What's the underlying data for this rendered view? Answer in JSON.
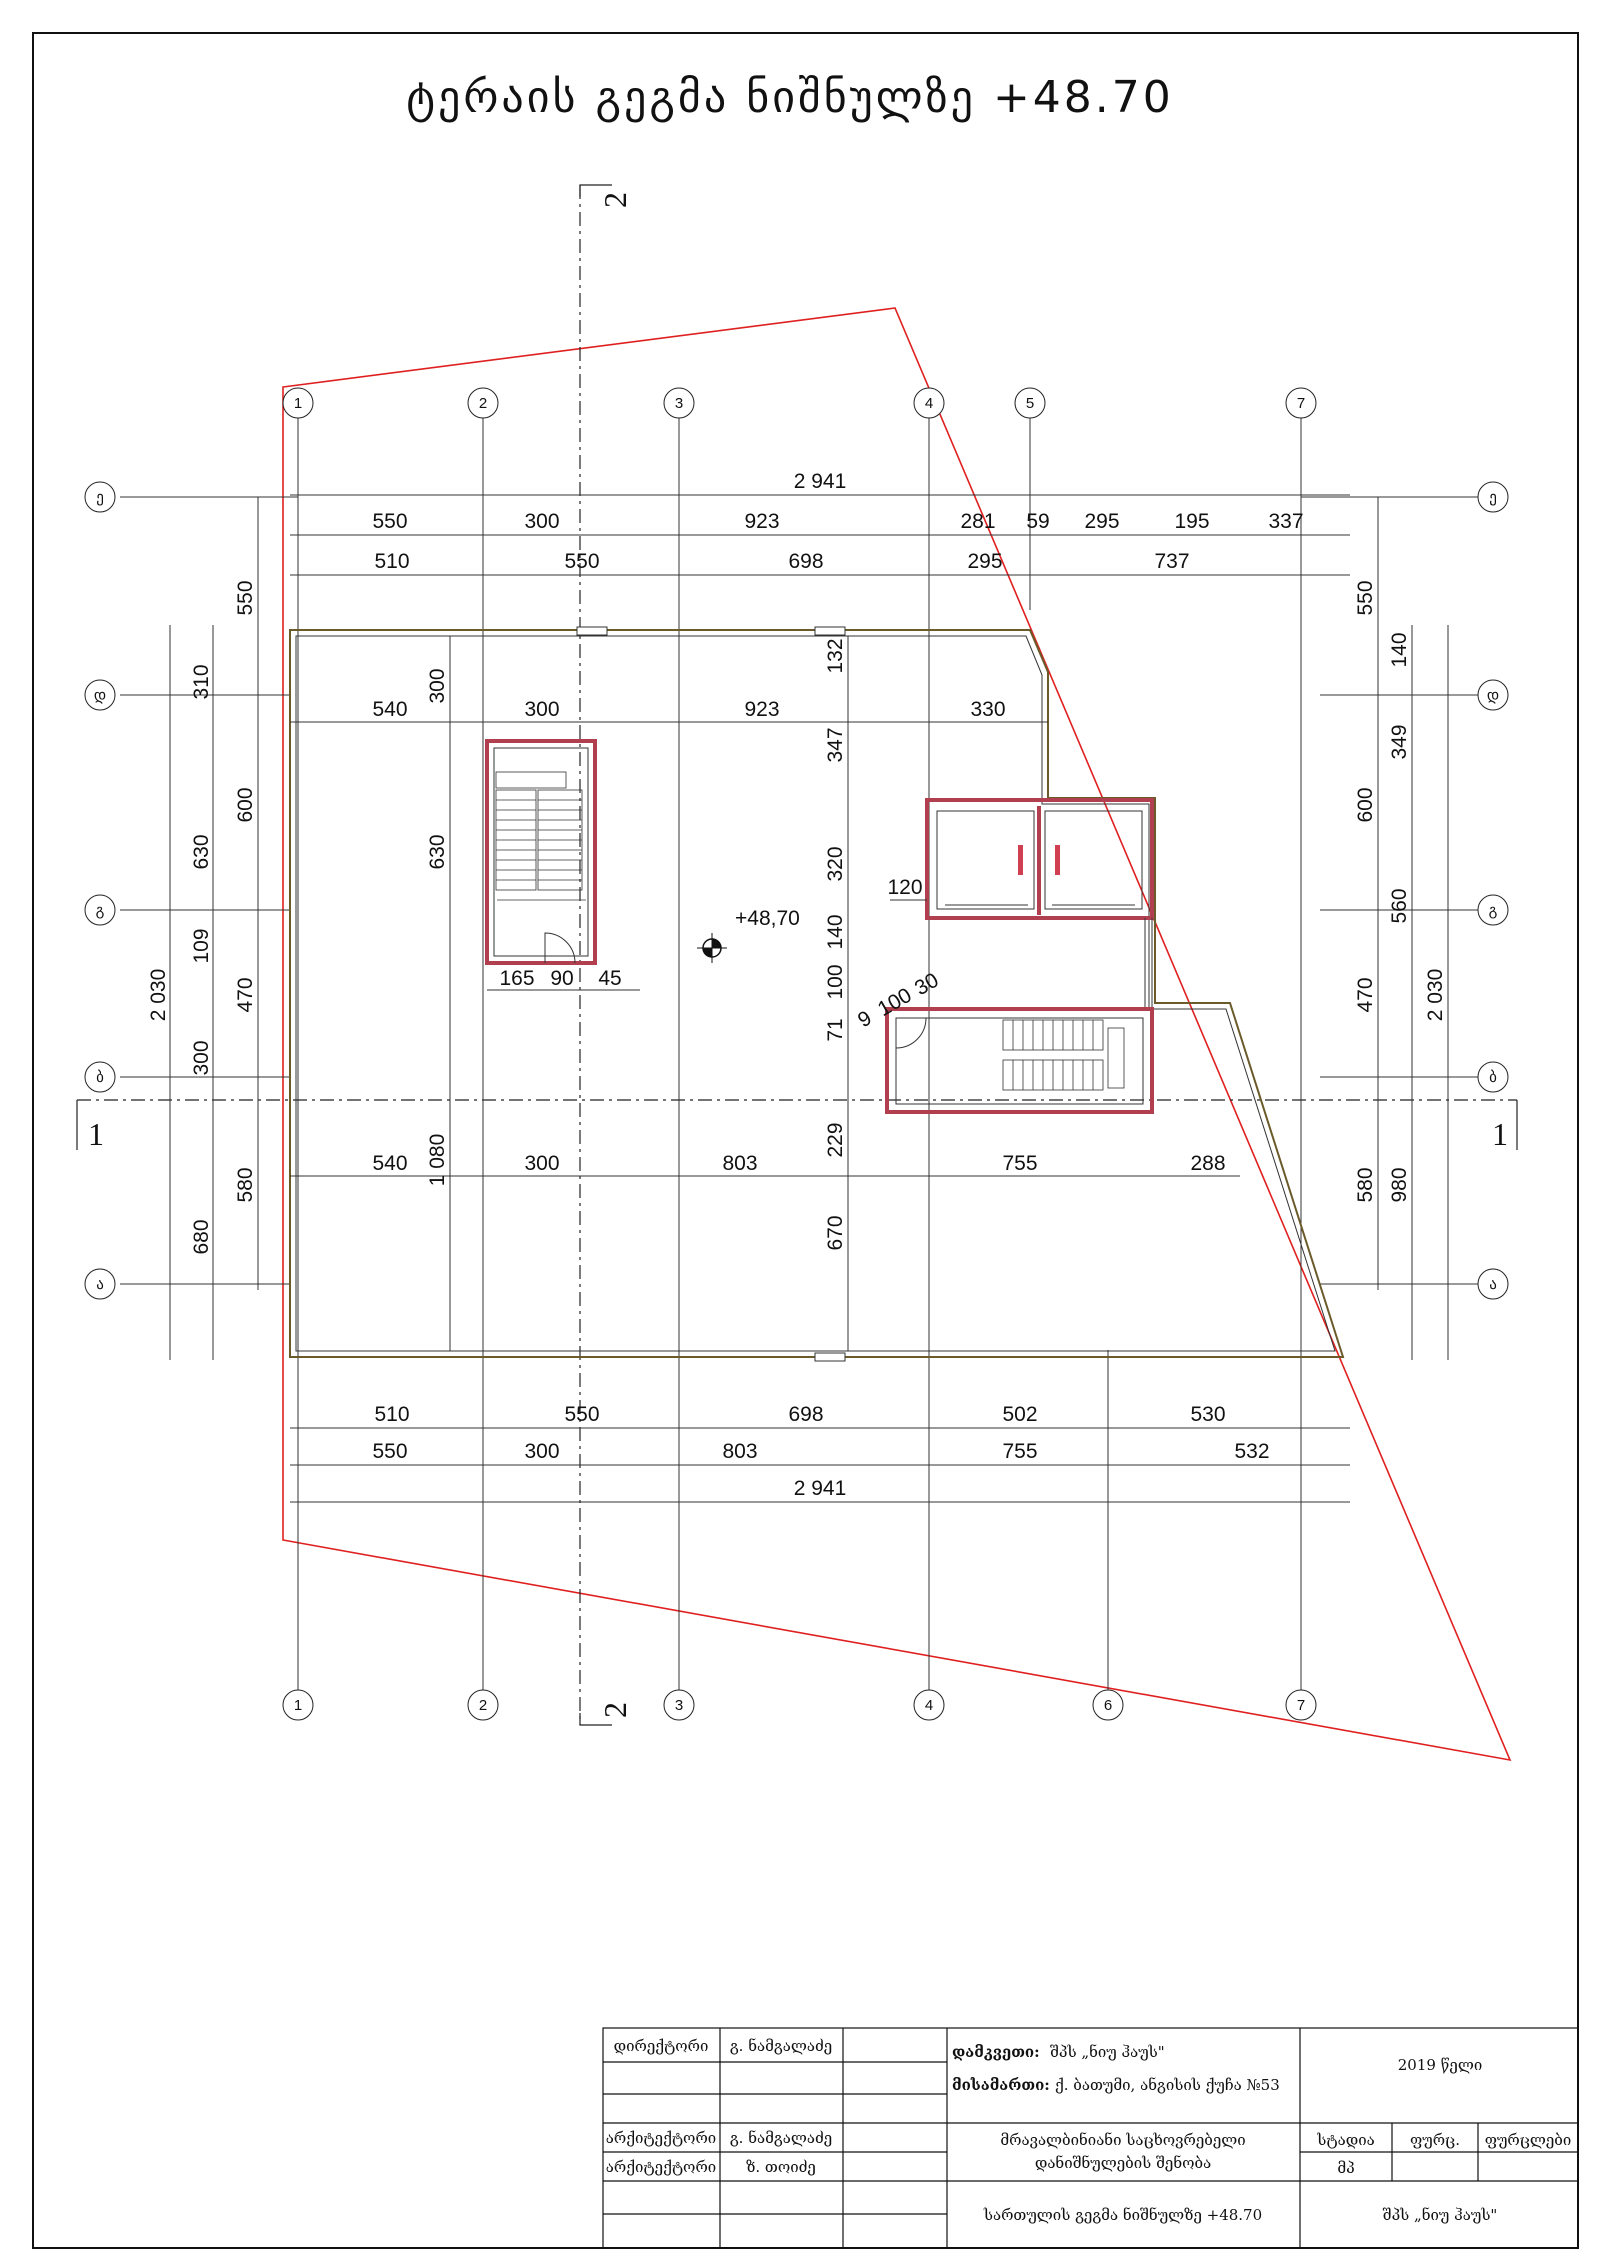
{
  "title": "ტერაის გეგმა ნიშნულზე +48.70",
  "level_mark": "+48,70",
  "section_1": "1",
  "section_2": "2",
  "axes_top": [
    "1",
    "2",
    "3",
    "4",
    "5",
    "7"
  ],
  "axes_bottom": [
    "1",
    "2",
    "3",
    "4",
    "6",
    "7"
  ],
  "axes_rows": [
    "ე",
    "დ",
    "გ",
    "ბ",
    "ა"
  ],
  "dims_top_total": "2 941",
  "dims_top_row1": [
    "550",
    "300",
    "923",
    "281",
    "59",
    "295",
    "195",
    "337"
  ],
  "dims_top_row2": [
    "510",
    "550",
    "698",
    "295",
    "737"
  ],
  "dims_inner_top": [
    "540",
    "300",
    "923",
    "330"
  ],
  "dims_inner_mid": [
    "540",
    "300",
    "803",
    "755",
    "288"
  ],
  "dims_bottom_row1": [
    "510",
    "550",
    "698",
    "502",
    "530"
  ],
  "dims_bottom_row2": [
    "550",
    "300",
    "803",
    "755",
    "532"
  ],
  "dims_bottom_total": "2 941",
  "dims_left_outer": [
    "2 030"
  ],
  "dims_left_mid": [
    "550",
    "600",
    "470",
    "580"
  ],
  "dims_left_inner": [
    "310",
    "630",
    "109",
    "300",
    "680"
  ],
  "dims_right_outer": [
    "550",
    "600",
    "470",
    "580"
  ],
  "dims_right_mid": [
    "140",
    "349",
    "560",
    "980"
  ],
  "dims_right_total": "2 030",
  "dims_center_vert": [
    "132",
    "347",
    "320",
    "140",
    "100",
    "71",
    "229",
    "670"
  ],
  "dims_stair": [
    "300",
    "630",
    "1 080"
  ],
  "dims_stair_bottom": [
    "165",
    "90",
    "45"
  ],
  "dims_core": [
    "120",
    "9",
    "100",
    "30"
  ],
  "title_block": {
    "director_label": "დირექტორი",
    "director_name": "გ. ნამგალაძე",
    "architect1_label": "არქიტექტორი",
    "architect1_name": "გ. ნამგალაძე",
    "architect2_label": "არქიტექტორი",
    "architect2_name": "ზ. თოიძე",
    "client_label": "დამკვეთი:",
    "client_value": "შპს „ნიუ ჰაუს\"",
    "address_label": "მისამართი:",
    "address_value": "ქ. ბათუმი, ანგისის ქუჩა №53",
    "year": "2019 წელი",
    "project": "მრავალბინიანი საცხოვრებელი დანიშნულების შენობა",
    "project_l1": "მრავალბინიანი საცხოვრებელი",
    "project_l2": "დანიშნულების შენობა",
    "stage_label": "სტადია",
    "sheet_label": "ფურც.",
    "sheets_label": "ფურცლები",
    "stage_value": "მპ",
    "drawing_name": "სართულის გეგმა ნიშნულზე +48.70",
    "company": "შპს „ნიუ ჰაუს\""
  }
}
